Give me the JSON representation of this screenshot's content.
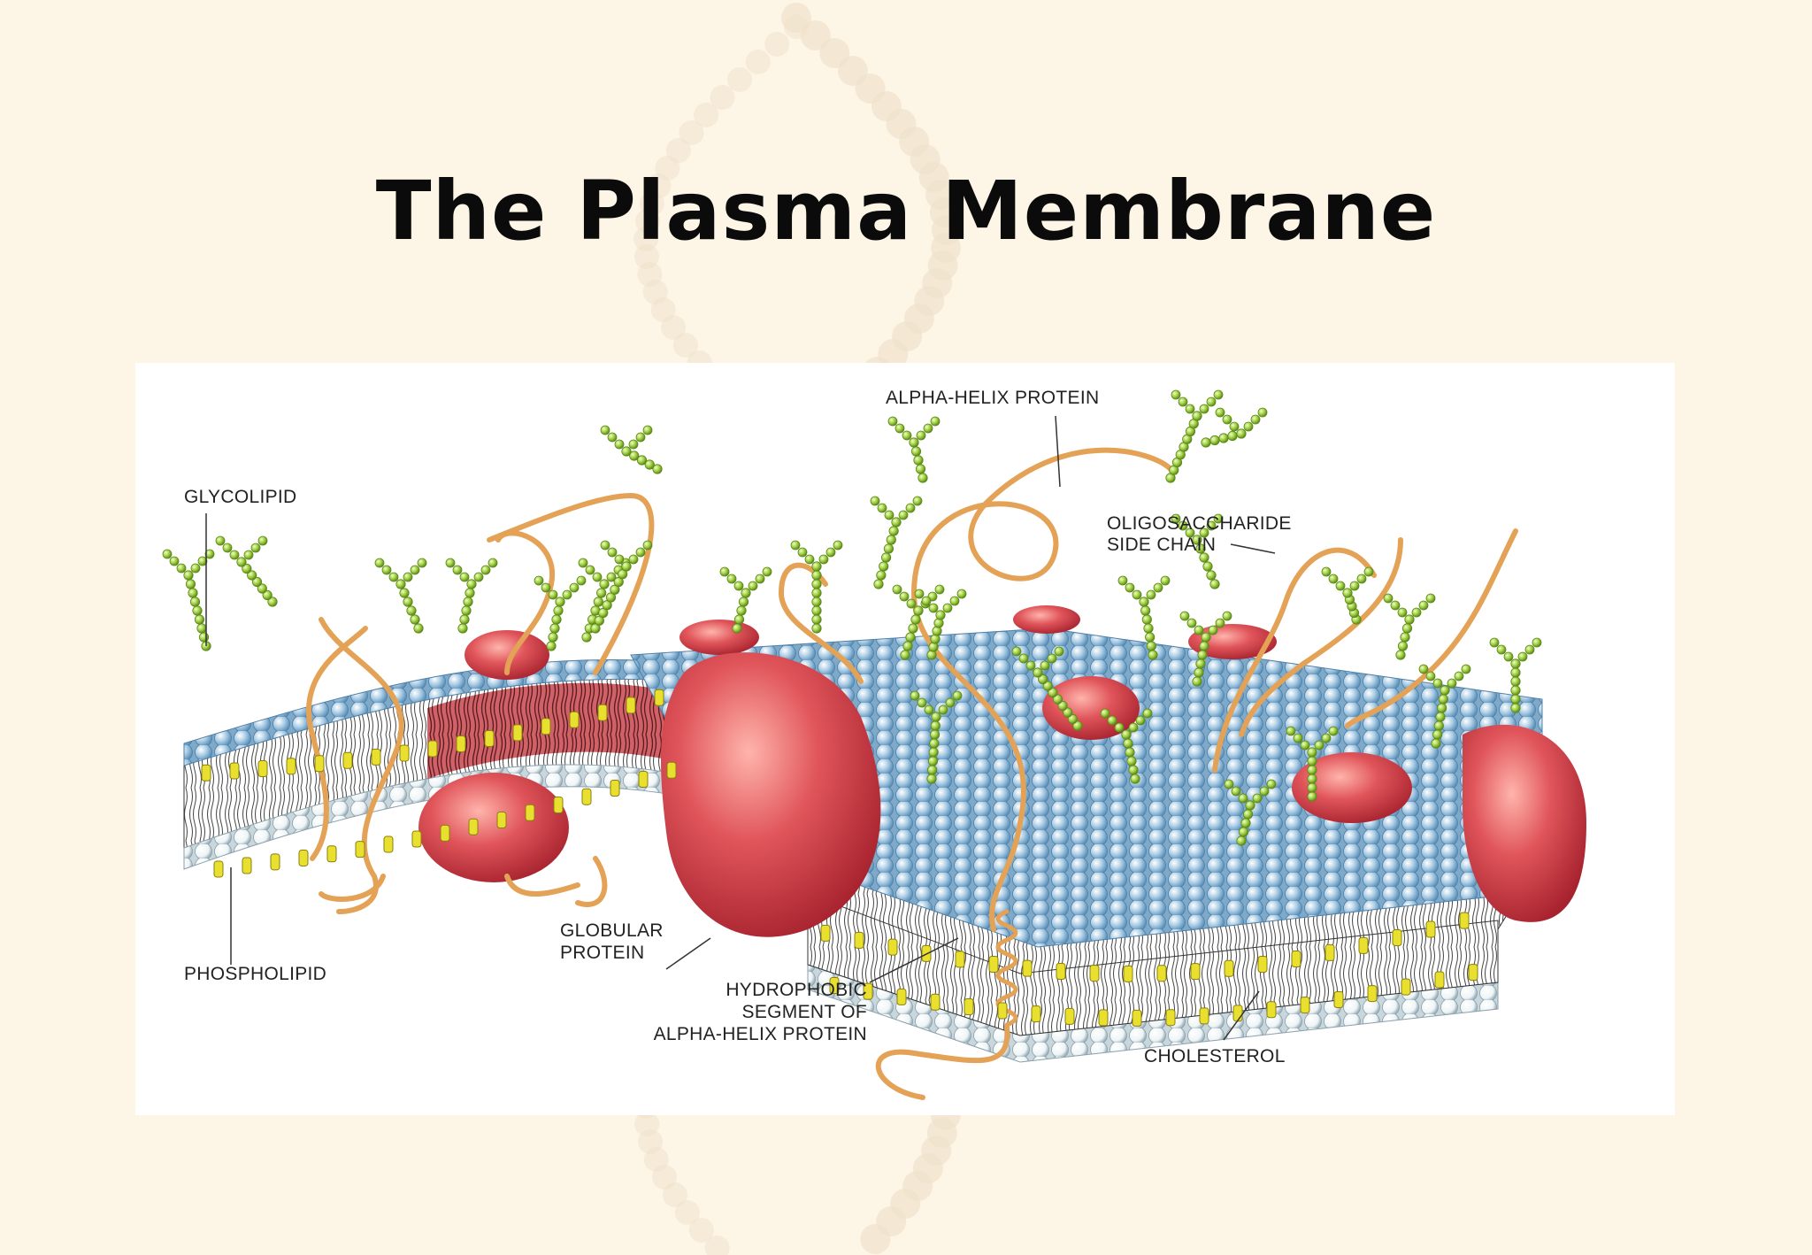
{
  "slide": {
    "title": "The Plasma Membrane"
  },
  "diagram": {
    "labels": {
      "glycolipid": "GLYCOLIPID",
      "phospholipid": "PHOSPHOLIPID",
      "alpha_helix_protein": "ALPHA-HELIX PROTEIN",
      "oligosaccharide_line1": "OLIGOSACCHARIDE",
      "oligosaccharide_line2": "SIDE CHAIN",
      "globular_line1": "GLOBULAR",
      "globular_line2": "PROTEIN",
      "hydrophobic_line1": "HYDROPHOBIC",
      "hydrophobic_line2": "SEGMENT OF",
      "hydrophobic_line3": "ALPHA-HELIX PROTEIN",
      "cholesterol": "CHOLESTEROL"
    },
    "colors": {
      "background": "#fdf5e6",
      "panel": "#ffffff",
      "phospholipid_head_top": "#a9cbe4",
      "phospholipid_head_bottom": "#eef4f6",
      "protein": "#e0555a",
      "protein_chain": "#e3a256",
      "sugar_chain": "#9ccb3e",
      "cholesterol": "#e8df2e",
      "label_text": "#222222"
    }
  }
}
